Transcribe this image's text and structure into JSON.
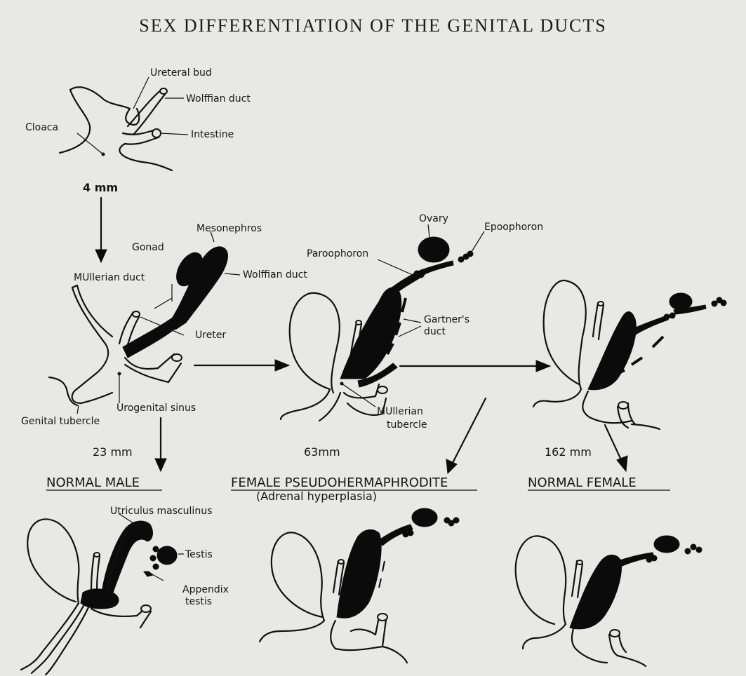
{
  "title": "SEX DIFFERENTIATION OF THE GENITAL DUCTS",
  "labels": {
    "ureteral_bud": "Ureteral bud",
    "wolffian_duct_top": "Wolffian duct",
    "intestine": "Intestine",
    "cloaca": "Cloaca",
    "stage_4mm": "4 mm",
    "mesonephros": "Mesonephros",
    "gonad": "Gonad",
    "mullerian_duct": "MUllerian duct",
    "wolffian_duct_mid": "Wolffian duct",
    "ureter": "Ureter",
    "urogenital_sinus": "Urogenital sinus",
    "genital_tubercle": "Genital tubercle",
    "stage_23mm": "23 mm",
    "ovary": "Ovary",
    "epoophoron": "Epoophoron",
    "paroophoron": "Paroophoron",
    "gartners_duct_1": "Gartner's",
    "gartners_duct_2": "duct",
    "mullerian_tubercle_1": "MUllerian",
    "mullerian_tubercle_2": "tubercle",
    "stage_63mm": "63mm",
    "stage_162mm": "162 mm",
    "normal_male": "NORMAL MALE",
    "female_pseudo": "FEMALE PSEUDOHERMAPHRODITE",
    "adrenal": "(Adrenal hyperplasia)",
    "normal_female": "NORMAL FEMALE",
    "utriculus": "Utriculus masculinus",
    "testis": "Testis",
    "appendix_1": "Appendix",
    "appendix_2": "testis"
  }
}
